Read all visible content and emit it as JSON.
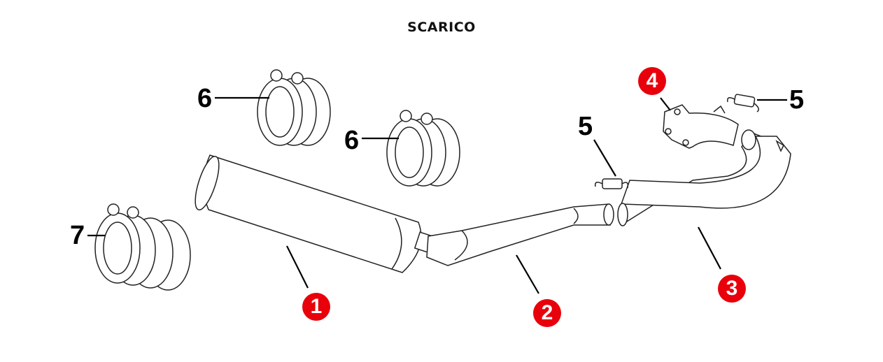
{
  "title": "SCARICO",
  "callouts": {
    "muffler": "1",
    "mid_pipe": "2",
    "header_pipe": "3",
    "flange_gasket": "4",
    "spring_upper": "5",
    "spring_mid": "5",
    "clamp_upper": "6",
    "clamp_mid": "6",
    "clamp_lower": "7"
  },
  "colors": {
    "badge": "#e8000b",
    "line": "#222222"
  }
}
